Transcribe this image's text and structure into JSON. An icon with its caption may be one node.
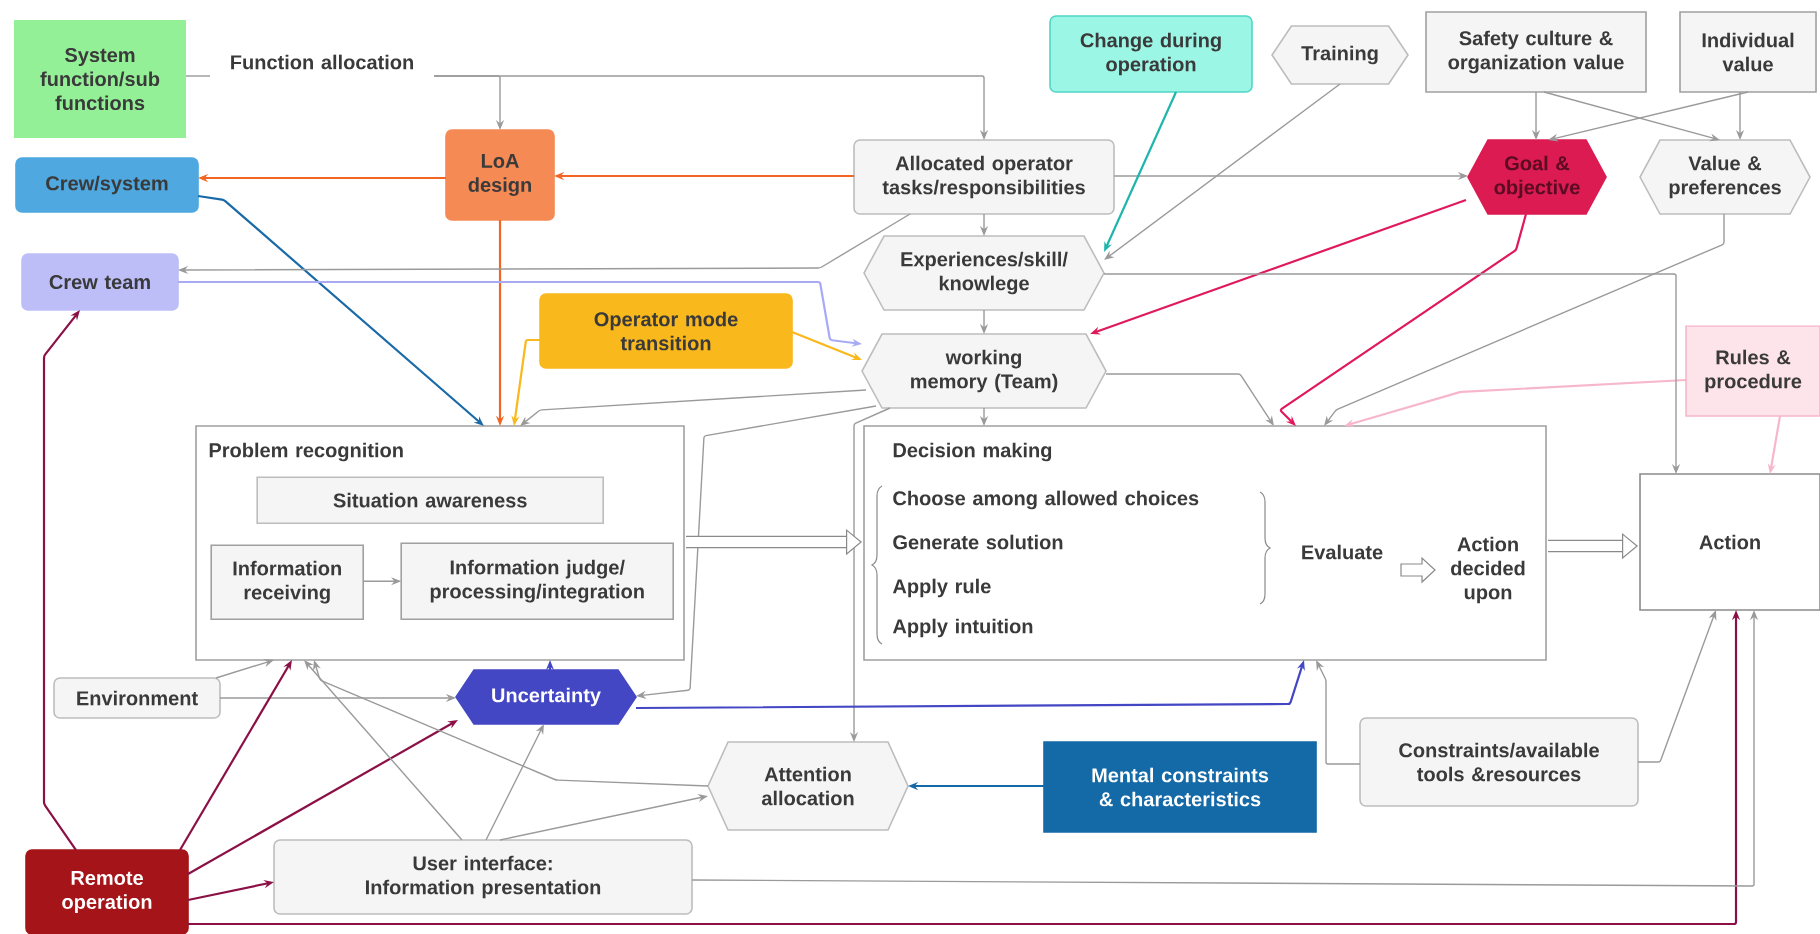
{
  "diagram": {
    "nodes": [
      {
        "text": [
          "System function/sub functions"
        ]
      },
      {
        "text": [
          "Function allocation"
        ]
      },
      {
        "text": [
          "LoA design"
        ]
      },
      {
        "text": [
          "Crew/system"
        ]
      },
      {
        "text": [
          "Allocated operator tasks/responsibilities"
        ]
      },
      {
        "text": [
          "Crew team"
        ]
      },
      {
        "text": [
          "Change during operation"
        ]
      },
      {
        "text": [
          "Training"
        ]
      },
      {
        "text": [
          "Safety culture & organization value"
        ]
      },
      {
        "text": [
          "Individual value"
        ]
      },
      {
        "text": [
          "Goal & objective"
        ]
      },
      {
        "text": [
          "Value & preferences"
        ]
      },
      {
        "text": [
          "Experiences/skill/ knowlege"
        ]
      },
      {
        "text": [
          "Operator mode transition"
        ]
      },
      {
        "text": [
          "working memory (Team)"
        ]
      },
      {
        "text": [
          "Rules & procedure"
        ]
      },
      {
        "text": [
          "Problem recognition"
        ]
      },
      {
        "text": [
          "Situation awareness"
        ],
        "in": 16
      },
      {
        "text": [
          "Information receiving"
        ],
        "in": 16
      },
      {
        "text": [
          "Information judge/ processing/integration"
        ],
        "in": 16
      },
      {
        "text": [
          "Decision making",
          "Choose among allowed choices",
          "Generate solution",
          "Apply rule",
          "Apply intuition",
          "Evaluate",
          "Action decided upon"
        ]
      },
      {
        "text": [
          "Action"
        ]
      },
      {
        "text": [
          "Environment"
        ]
      },
      {
        "text": [
          "Uncertainty"
        ]
      },
      {
        "text": [
          "Attention allocation"
        ]
      },
      {
        "text": [
          "Mental constraints & characteristics"
        ]
      },
      {
        "text": [
          "Constraints/available tools &resources"
        ]
      },
      {
        "text": [
          "Remote operation"
        ]
      },
      {
        "text": [
          "User interface: Information presentation"
        ]
      }
    ],
    "edges": [
      {
        "from": 0,
        "to": 1,
        "arrow": "none"
      },
      {
        "from": 1,
        "to": 2,
        "arrow": "to"
      },
      {
        "from": 1,
        "to": 4,
        "arrow": "to"
      },
      {
        "from": 4,
        "to": 2,
        "arrow": "to",
        "color": "#f26522"
      },
      {
        "from": 2,
        "to": 3,
        "arrow": "to",
        "color": "#f26522"
      },
      {
        "from": 2,
        "to": 16,
        "arrow": "to",
        "color": "#f26522"
      },
      {
        "from": 3,
        "to": 16,
        "arrow": "to",
        "color": "#1a6aa8"
      },
      {
        "from": 4,
        "to": 10,
        "arrow": "to"
      },
      {
        "from": 4,
        "to": 12,
        "arrow": "to"
      },
      {
        "from": 4,
        "to": 5,
        "arrow": "to"
      },
      {
        "from": 5,
        "to": 14,
        "arrow": "to",
        "color": "#a9aaf5"
      },
      {
        "from": 6,
        "to": 12,
        "arrow": "to",
        "color": "#1fb5ad"
      },
      {
        "from": 7,
        "to": 12,
        "arrow": "to"
      },
      {
        "from": 8,
        "to": 10,
        "arrow": "to"
      },
      {
        "from": 8,
        "to": 11,
        "arrow": "to"
      },
      {
        "from": 9,
        "to": 10,
        "arrow": "to"
      },
      {
        "from": 9,
        "to": 11,
        "arrow": "to"
      },
      {
        "from": 10,
        "to": 14,
        "arrow": "to",
        "color": "#e0195a"
      },
      {
        "from": 10,
        "to": 20,
        "arrow": "to",
        "color": "#e0195a"
      },
      {
        "from": 11,
        "to": 20,
        "arrow": "to"
      },
      {
        "from": 15,
        "to": 20,
        "arrow": "to",
        "color": "#f7b7cb"
      },
      {
        "from": 15,
        "to": 21,
        "arrow": "to",
        "color": "#f7b7cb"
      },
      {
        "from": 12,
        "to": 14,
        "arrow": "to"
      },
      {
        "from": 12,
        "to": 21,
        "arrow": "to"
      },
      {
        "from": 14,
        "to": 20,
        "arrow": "to"
      },
      {
        "from": 14,
        "to": 20,
        "arrow": "to"
      },
      {
        "from": 13,
        "to": 14,
        "arrow": "to",
        "color": "#f9b81b"
      },
      {
        "from": 13,
        "to": 16,
        "arrow": "to",
        "color": "#f9b81b"
      },
      {
        "from": 14,
        "to": 16,
        "arrow": "to"
      },
      {
        "from": 14,
        "to": 23,
        "arrow": "to"
      },
      {
        "from": 14,
        "to": 24,
        "arrow": "to"
      },
      {
        "from": 22,
        "to": 16,
        "arrow": "to"
      },
      {
        "from": 22,
        "to": 23,
        "arrow": "to"
      },
      {
        "from": 27,
        "to": 16,
        "arrow": "to",
        "color": "#8b1046"
      },
      {
        "from": 27,
        "to": 23,
        "arrow": "to",
        "color": "#8b1046"
      },
      {
        "from": 27,
        "to": 28,
        "arrow": "to",
        "color": "#8b1046"
      },
      {
        "from": 27,
        "to": 5,
        "arrow": "to",
        "color": "#8b1046"
      },
      {
        "from": 27,
        "to": 21,
        "arrow": "to",
        "color": "#8b1046"
      },
      {
        "from": 28,
        "to": 16,
        "arrow": "to"
      },
      {
        "from": 28,
        "to": 23,
        "arrow": "to"
      },
      {
        "from": 28,
        "to": 24,
        "arrow": "to"
      },
      {
        "from": 28,
        "to": 21,
        "arrow": "to"
      },
      {
        "from": 24,
        "to": 16,
        "arrow": "to"
      },
      {
        "from": 23,
        "to": 16,
        "arrow": "to",
        "color": "#4447c4"
      },
      {
        "from": 23,
        "to": 20,
        "arrow": "to",
        "color": "#4447c4"
      },
      {
        "from": 25,
        "to": 24,
        "arrow": "to",
        "color": "#1368a6"
      },
      {
        "from": 26,
        "to": 20,
        "arrow": "to"
      },
      {
        "from": 26,
        "to": 21,
        "arrow": "to"
      },
      {
        "from": 18,
        "to": 19,
        "arrow": "to"
      },
      {
        "from": 16,
        "to": 20,
        "arrow": "to",
        "style": "thick"
      },
      {
        "from": 20,
        "to": 21,
        "arrow": "to",
        "style": "thick"
      }
    ]
  }
}
